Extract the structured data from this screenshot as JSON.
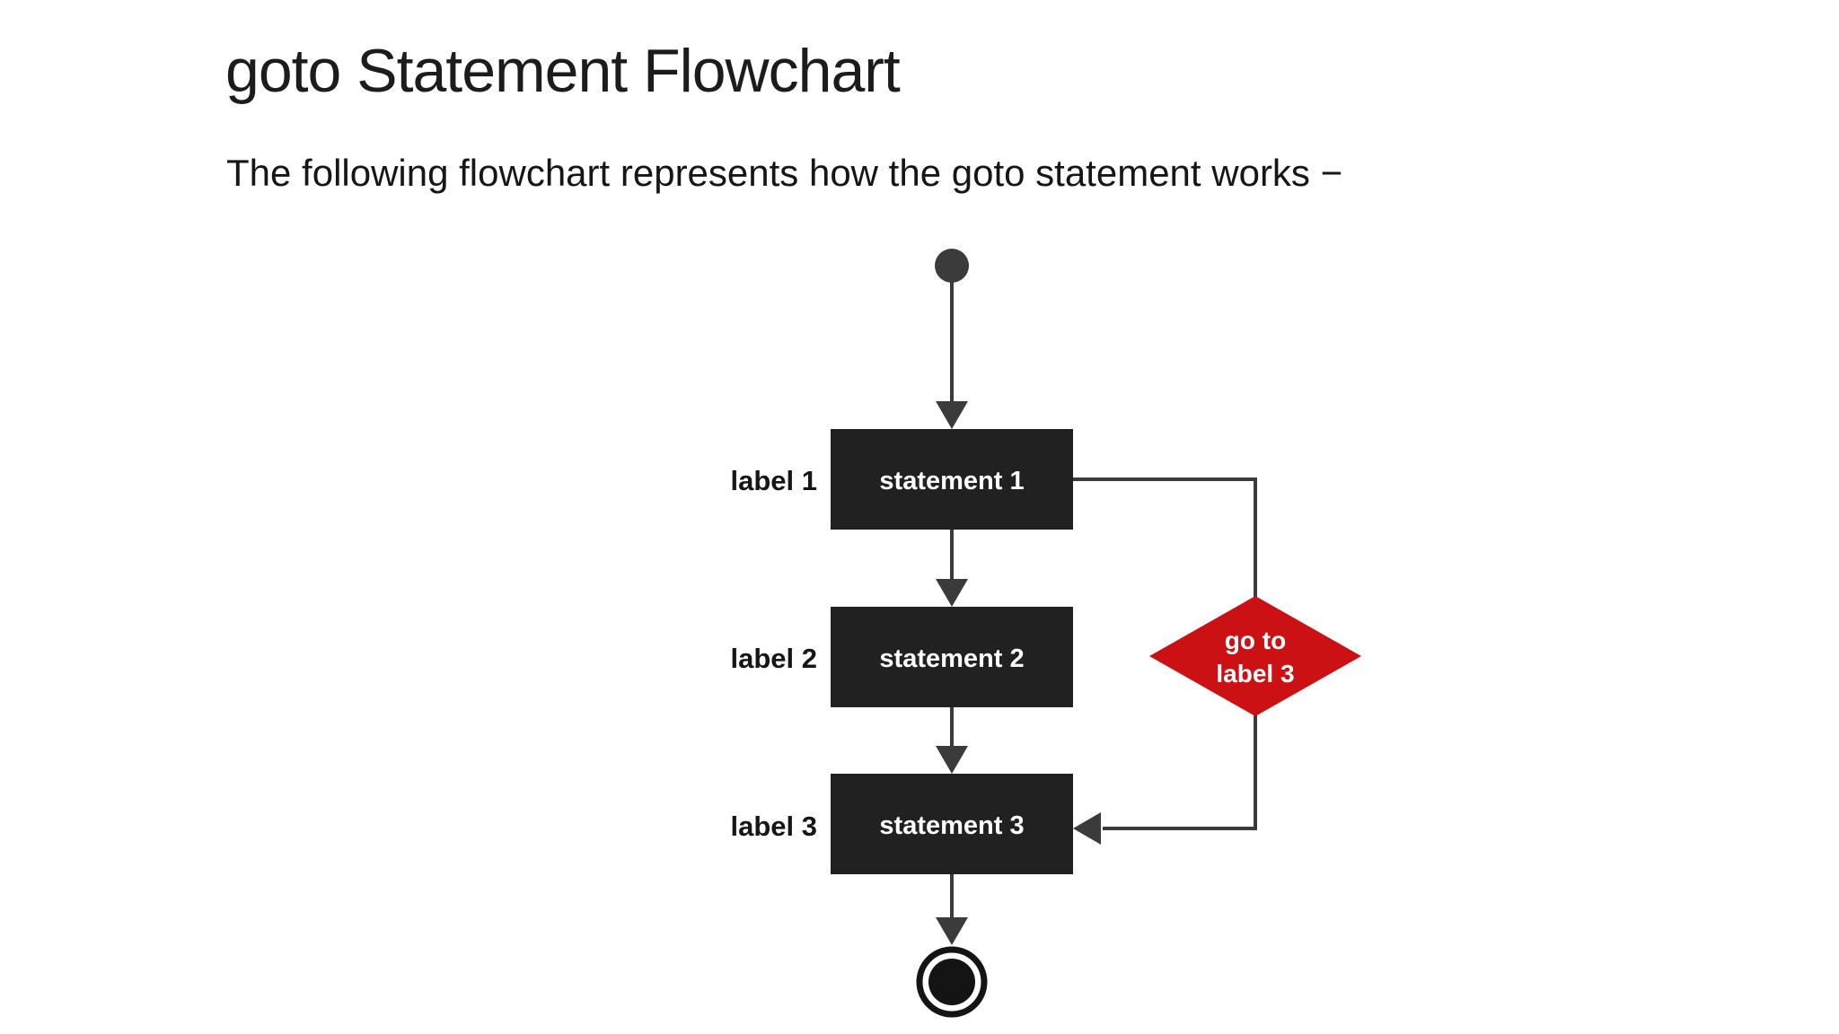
{
  "heading": "goto Statement Flowchart",
  "intro": "The following flowchart represents how the goto statement works −",
  "flowchart": {
    "rows": [
      {
        "label": "label 1",
        "statement": "statement 1"
      },
      {
        "label": "label 2",
        "statement": "statement 2"
      },
      {
        "label": "label 3",
        "statement": "statement 3"
      }
    ],
    "decision": {
      "line1": "go to",
      "line2": "label 3"
    },
    "colors": {
      "box": "#212121",
      "diamond": "#cc1114",
      "line": "#3b3b3b",
      "terminal": "#141414",
      "label_text": "#161616",
      "node_text": "#ffffff"
    }
  }
}
